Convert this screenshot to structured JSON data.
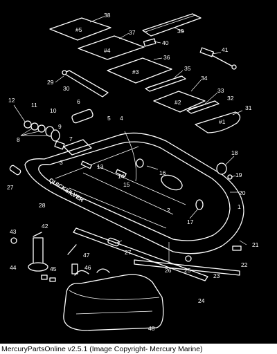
{
  "caption": "MercuryPartsOnline v2.5.1 (Image Copyright- Mercury Marine)",
  "diagram": {
    "brand_text": "QUICKSILVER",
    "floor_board_labels": [
      "#5",
      "#4",
      "#3",
      "#2",
      "#1"
    ],
    "callouts": [
      "1",
      "2",
      "3",
      "4",
      "5",
      "6",
      "7",
      "8",
      "9",
      "10",
      "11",
      "12",
      "13",
      "14",
      "15",
      "16",
      "17",
      "18",
      "19",
      "20",
      "21",
      "22",
      "23",
      "24",
      "25",
      "26",
      "27",
      "27",
      "28",
      "29",
      "30",
      "31",
      "32",
      "33",
      "34",
      "35",
      "36",
      "37",
      "38",
      "39",
      "40",
      "41",
      "42",
      "43",
      "44",
      "45",
      "46",
      "47",
      "48"
    ]
  }
}
